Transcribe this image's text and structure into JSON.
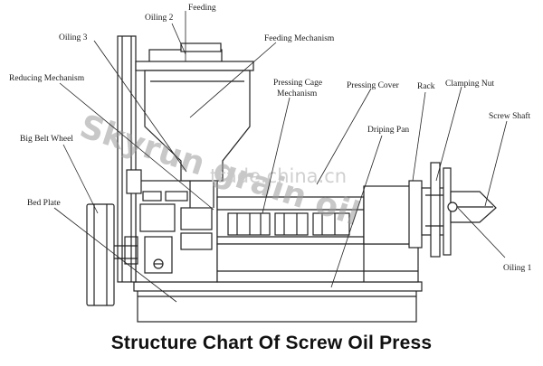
{
  "title": "Structure Chart Of Screw Oil Press",
  "watermark": {
    "brand": "Skyrun grain oil",
    "site": "trade.china.cn"
  },
  "labels": {
    "feeding": "Feeding",
    "oiling2": "Oiling 2",
    "oiling3": "Oiling 3",
    "feeding_mechanism": "Feeding Mechanism",
    "reducing_mechanism": "Reducing Mechanism",
    "pressing_cage_1": "Pressing Cage",
    "pressing_cage_2": "Mechanism",
    "pressing_cover": "Pressing Cover",
    "rack": "Rack",
    "clamping_nut": "Clamping Nut",
    "screw_shaft": "Screw Shaft",
    "big_belt_wheel": "Big Belt Wheel",
    "driping_pan": "Driping Pan",
    "bed_plate": "Bed Plate",
    "oiling1": "Oiling 1"
  },
  "colors": {
    "line": "#222222",
    "watermark_brand": "#9a9a9a",
    "watermark_site": "#c8c8c8"
  }
}
